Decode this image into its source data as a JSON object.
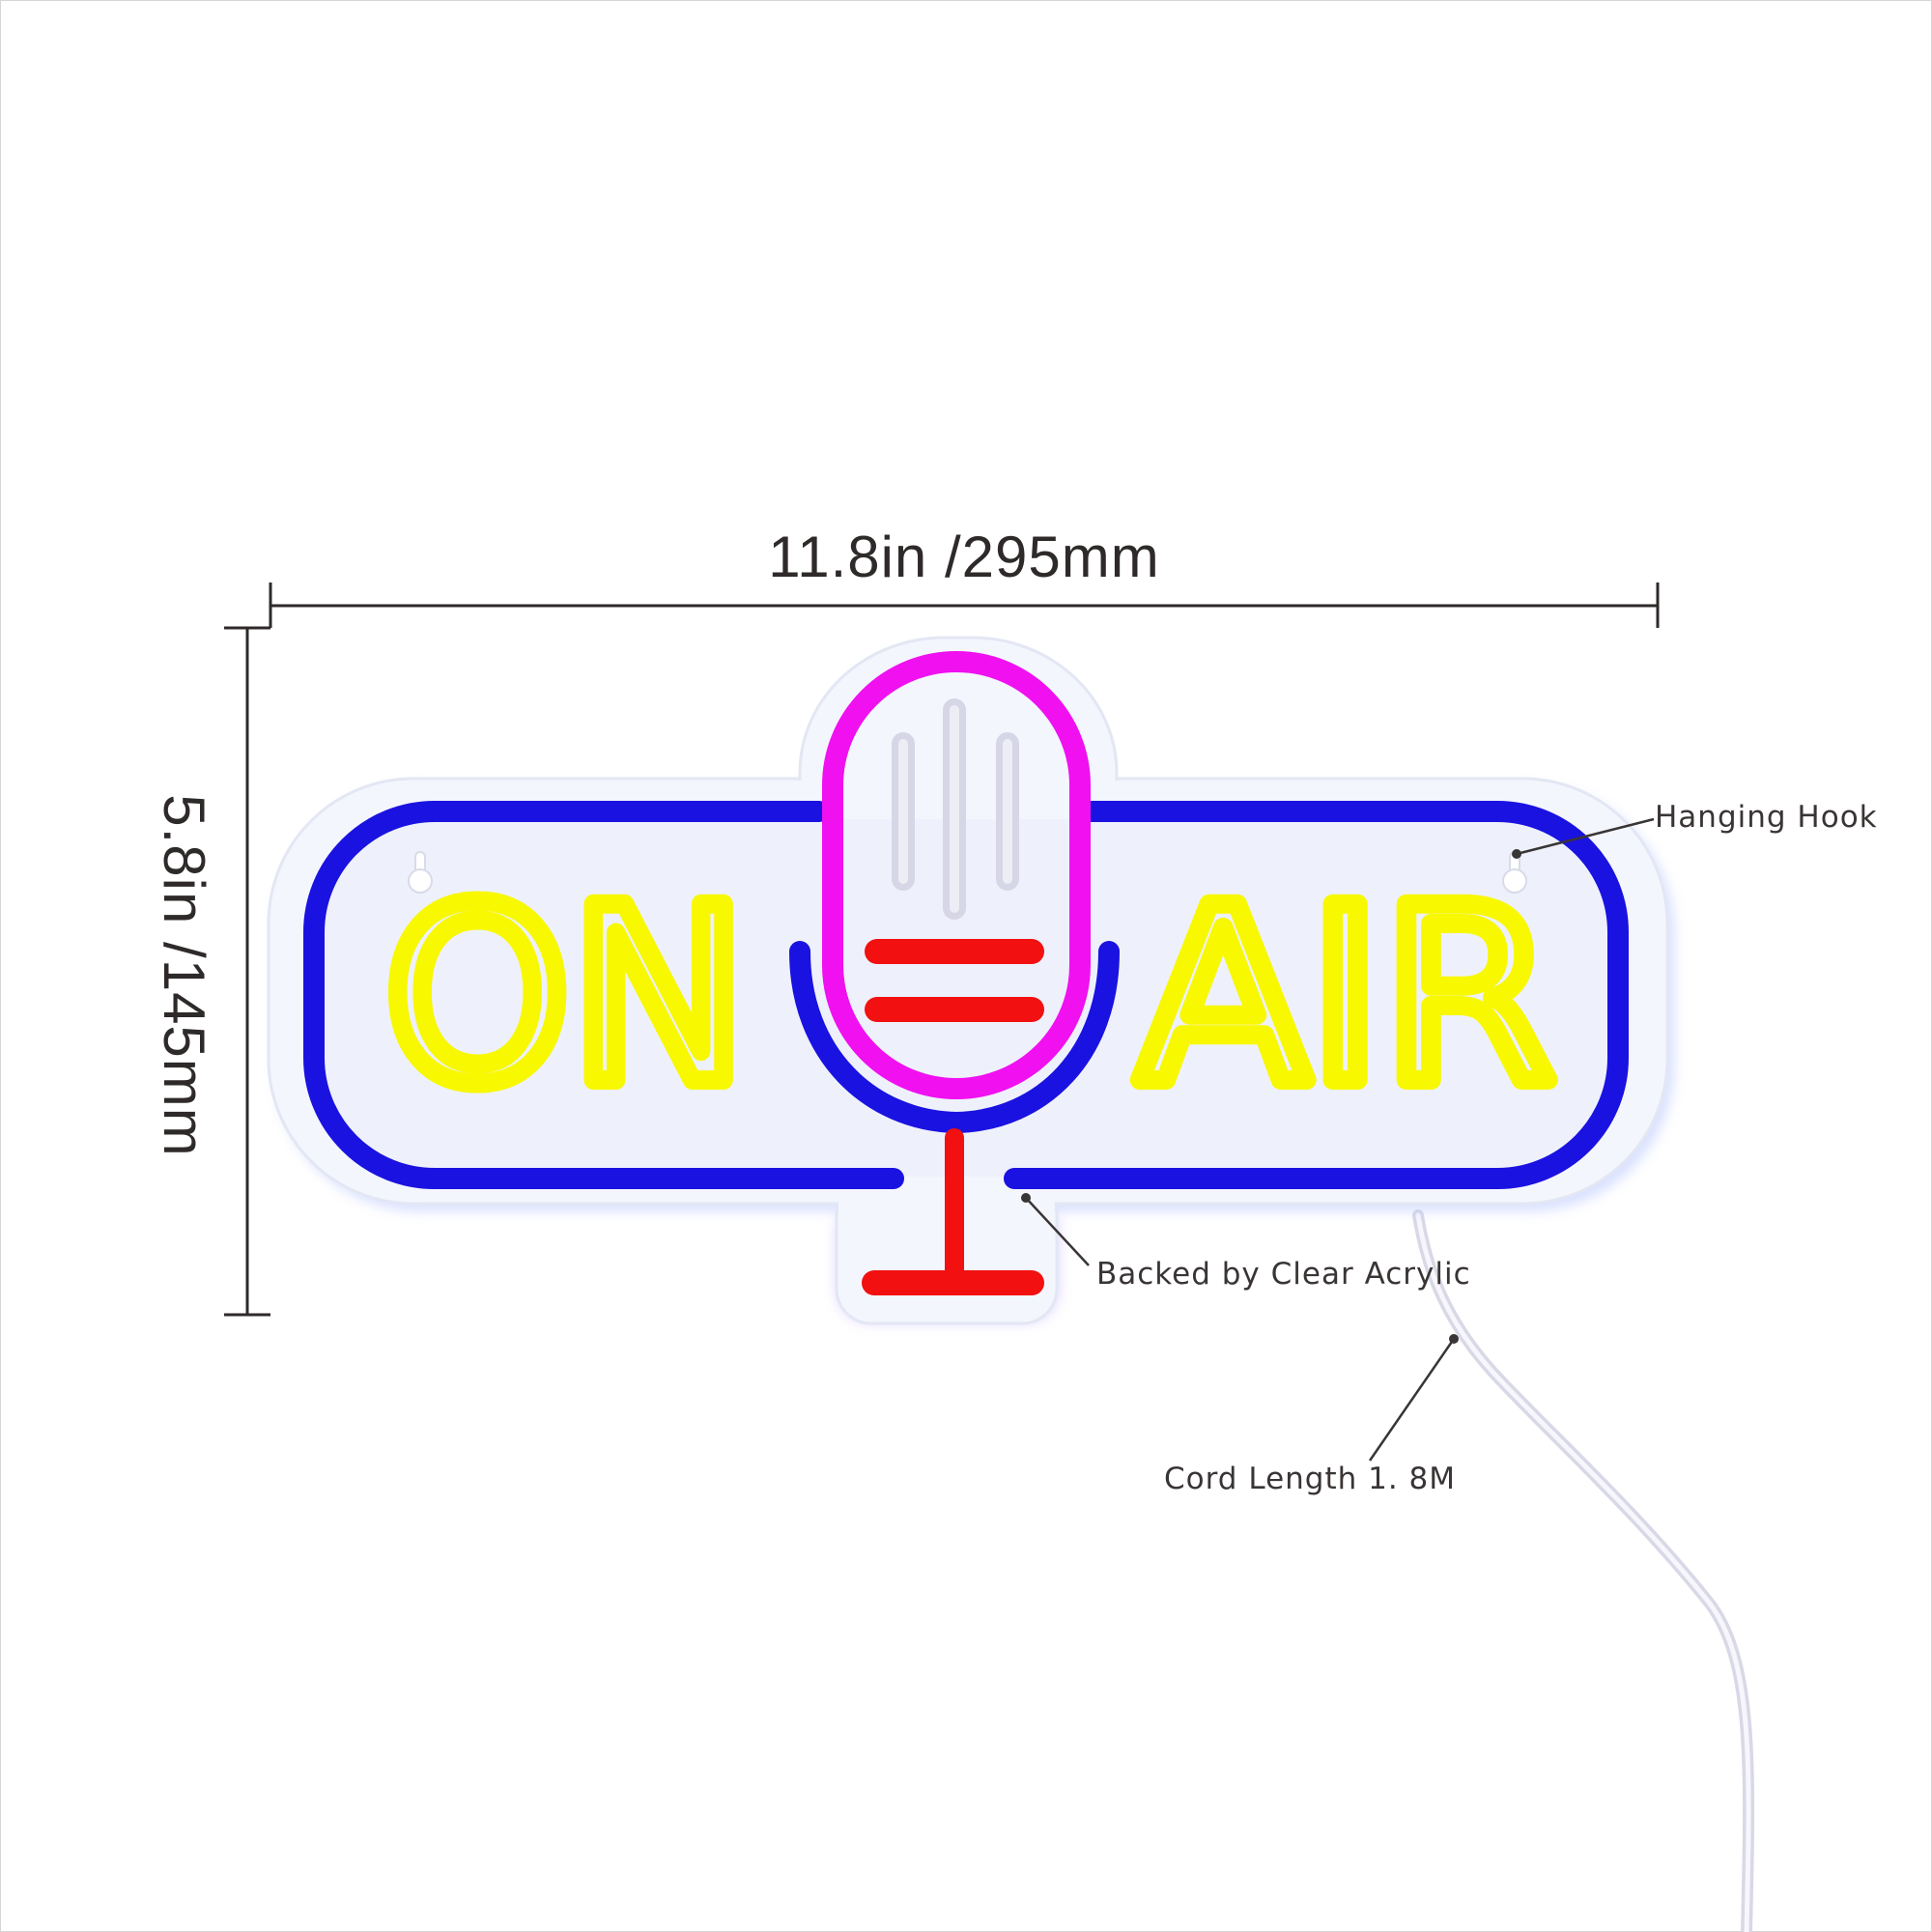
{
  "dimensions": {
    "width_label": "11.8in /295mm",
    "height_label": "5.8in /145mm"
  },
  "sign": {
    "left_word": "ON",
    "right_word": "AIR",
    "colors": {
      "border": "#1a12e0",
      "letters": "#f8f800",
      "microphone": "#f010f0",
      "stand": "#f21010",
      "grille": "#dcdcec",
      "backing": "#eef1fb"
    }
  },
  "callouts": {
    "hanging_hook": "Hanging Hook",
    "backing": "Backed by Clear Acrylic",
    "cord": "Cord Length 1. 8M"
  }
}
